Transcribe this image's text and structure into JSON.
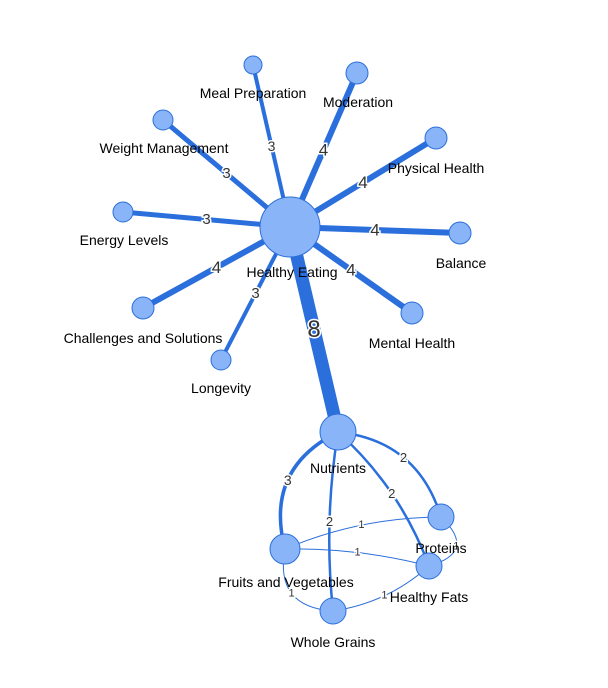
{
  "colors": {
    "node_fill": "#8ab4f8",
    "node_stroke": "#2a6fdb",
    "edge": "#2a6fdb",
    "label": "#000000",
    "edge_label": "#333333"
  },
  "nodes": [
    {
      "id": "healthy_eating",
      "label": "Healthy Eating"
    },
    {
      "id": "meal_preparation",
      "label": "Meal Preparation"
    },
    {
      "id": "moderation",
      "label": "Moderation"
    },
    {
      "id": "weight_management",
      "label": "Weight Management"
    },
    {
      "id": "physical_health",
      "label": "Physical Health"
    },
    {
      "id": "energy_levels",
      "label": "Energy Levels"
    },
    {
      "id": "balance",
      "label": "Balance"
    },
    {
      "id": "challenges_solutions",
      "label": "Challenges and Solutions"
    },
    {
      "id": "mental_health",
      "label": "Mental Health"
    },
    {
      "id": "longevity",
      "label": "Longevity"
    },
    {
      "id": "nutrients",
      "label": "Nutrients"
    },
    {
      "id": "proteins",
      "label": "Proteins"
    },
    {
      "id": "fruits_vegetables",
      "label": "Fruits and Vegetables"
    },
    {
      "id": "healthy_fats",
      "label": "Healthy Fats"
    },
    {
      "id": "whole_grains",
      "label": "Whole Grains"
    }
  ],
  "edges": [
    {
      "source": "healthy_eating",
      "target": "meal_preparation",
      "weight": "3"
    },
    {
      "source": "healthy_eating",
      "target": "moderation",
      "weight": "4"
    },
    {
      "source": "healthy_eating",
      "target": "weight_management",
      "weight": "3"
    },
    {
      "source": "healthy_eating",
      "target": "physical_health",
      "weight": "4"
    },
    {
      "source": "healthy_eating",
      "target": "energy_levels",
      "weight": "3"
    },
    {
      "source": "healthy_eating",
      "target": "balance",
      "weight": "4"
    },
    {
      "source": "healthy_eating",
      "target": "challenges_solutions",
      "weight": "4"
    },
    {
      "source": "healthy_eating",
      "target": "mental_health",
      "weight": "4"
    },
    {
      "source": "healthy_eating",
      "target": "longevity",
      "weight": "3"
    },
    {
      "source": "healthy_eating",
      "target": "nutrients",
      "weight": "8"
    },
    {
      "source": "nutrients",
      "target": "proteins",
      "weight": "2"
    },
    {
      "source": "nutrients",
      "target": "fruits_vegetables",
      "weight": "3"
    },
    {
      "source": "nutrients",
      "target": "healthy_fats",
      "weight": "2"
    },
    {
      "source": "nutrients",
      "target": "whole_grains",
      "weight": "2"
    },
    {
      "source": "proteins",
      "target": "fruits_vegetables",
      "weight": "1"
    },
    {
      "source": "fruits_vegetables",
      "target": "healthy_fats",
      "weight": "1"
    },
    {
      "source": "proteins",
      "target": "healthy_fats",
      "weight": "1"
    },
    {
      "source": "healthy_fats",
      "target": "whole_grains",
      "weight": "1"
    },
    {
      "source": "fruits_vegetables",
      "target": "whole_grains",
      "weight": "1"
    }
  ]
}
